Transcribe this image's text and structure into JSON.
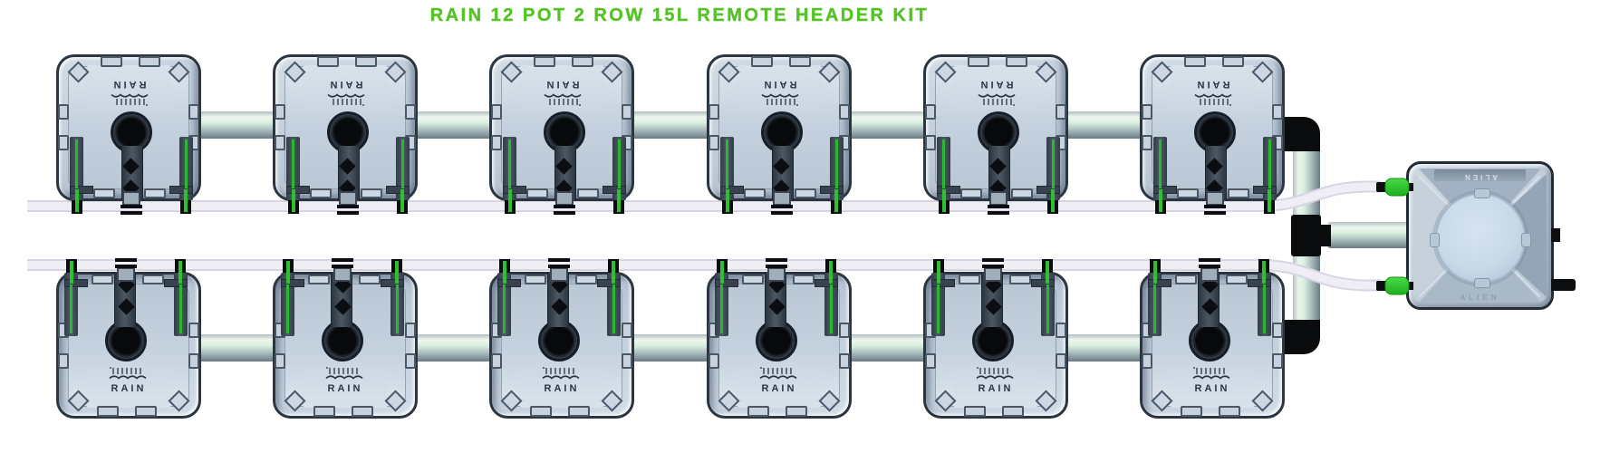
{
  "title": {
    "text": "RAIN 12 POT 2 ROW 15L REMOTE HEADER KIT",
    "color": "#55c328"
  },
  "pot": {
    "brand": "RAIN",
    "count": 12,
    "rows": 2,
    "per_row": 6
  },
  "header_unit": {
    "brand": "ALIEN",
    "label_top": "ALIEN",
    "label_bottom": "ALIEN"
  },
  "colors": {
    "title_green": "#55c328",
    "pot_body": "#bcc9d7",
    "pot_outline": "#2b3540",
    "label_navy": "#2b3542",
    "pipe_highlight": "#ecf5ee",
    "pipe_green_tint": "#d9efdf",
    "pipe_shadow": "#6b7a83",
    "tube_white": "#efeef5",
    "fitting_black": "#0a0c0e",
    "connector_green": "#2ec42c"
  }
}
